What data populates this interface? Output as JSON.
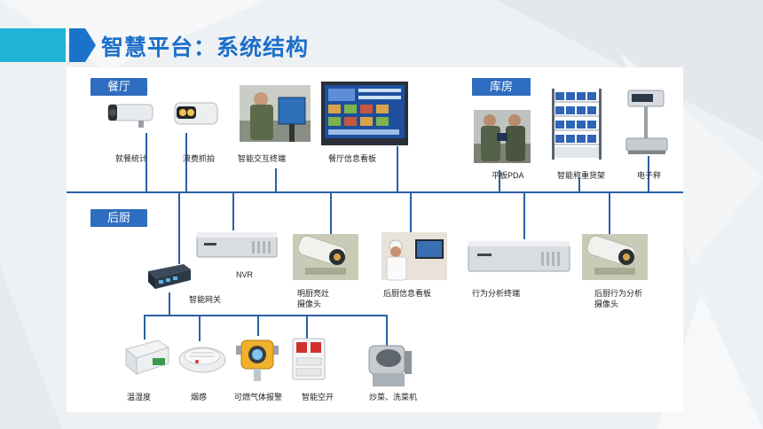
{
  "header": {
    "title": "智慧平台：系统结构"
  },
  "sections": {
    "dining": "餐厅",
    "warehouse": "库房",
    "kitchen": "后厨"
  },
  "devices": {
    "checkout_camera": "就餐统计",
    "waste_camera": "浪费抓拍",
    "interactive_terminal": "智能交互终端",
    "dining_board": "餐厅信息看板",
    "tablet_pda": "平板PDA",
    "weighing_shelf": "智能称重货架",
    "scale": "电子秤",
    "nvr": "NVR",
    "kitchen_camera_l1": "明厨亮灶",
    "kitchen_camera_l2": "摄像头",
    "kitchen_board": "后厨信息看板",
    "behavior_terminal": "行为分析终端",
    "behavior_camera_l1": "后厨行为分析",
    "behavior_camera_l2": "摄像头",
    "gateway": "智能网关",
    "temp_humidity": "温湿度",
    "smoke": "烟感",
    "gas_alarm": "可燃气体报警",
    "smart_breaker": "智能空开",
    "cooking_machine": "炒菜、洗菜机"
  },
  "colors": {
    "accent_blue": "#1c6fc9",
    "line": "#2b5fa6",
    "section_tag": "#2e6dbf",
    "teal": "#1fb3d6"
  }
}
